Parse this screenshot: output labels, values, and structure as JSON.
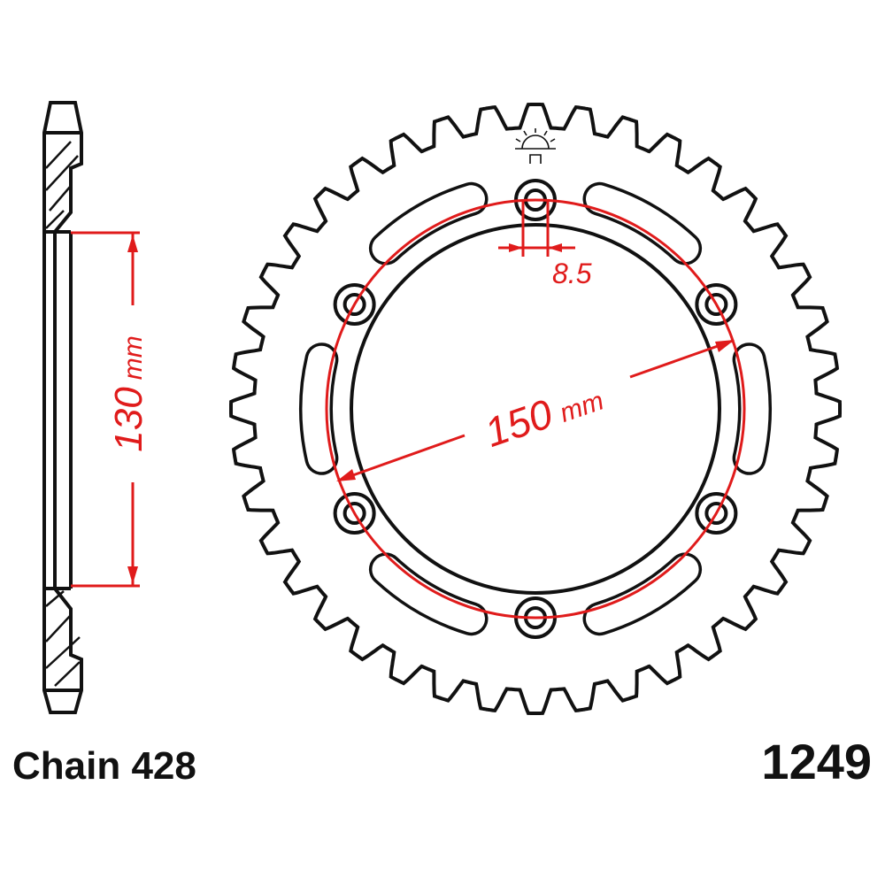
{
  "labels": {
    "chain": "Chain 428",
    "part_number": "1249"
  },
  "dimensions": {
    "bolt_hole": "8.5",
    "bolt_circle_value": "150",
    "bolt_circle_unit": "mm",
    "center_bore_value": "130",
    "center_bore_unit": "mm"
  },
  "sprocket": {
    "teeth": 40,
    "bolt_holes": 6,
    "slots": 6
  },
  "colors": {
    "outline": "#111111",
    "dimension": "#e01b1b"
  }
}
